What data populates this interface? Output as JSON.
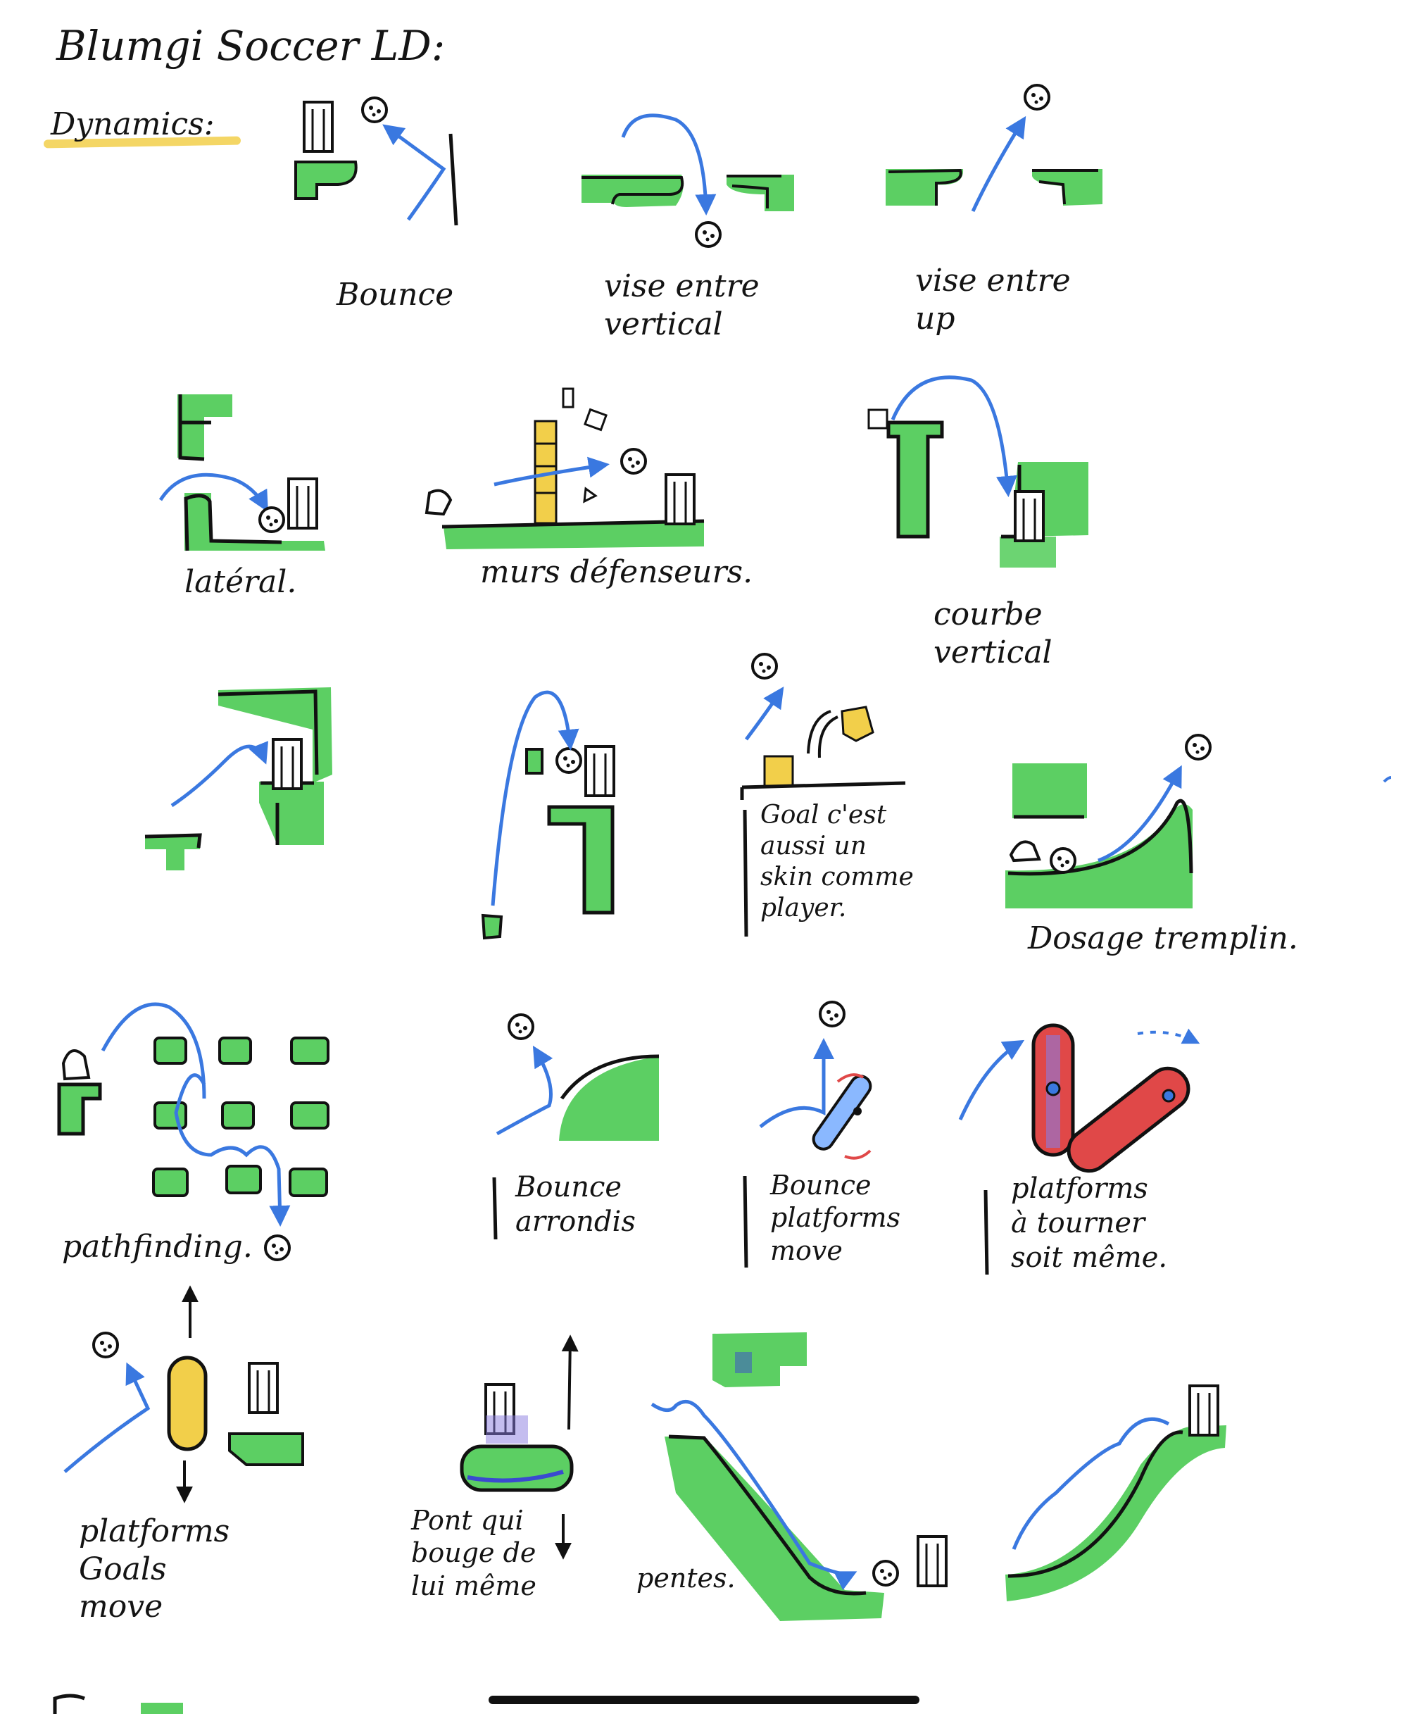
{
  "title": "Blumgi Soccer LD:",
  "section": "Dynamics:",
  "labels": {
    "bounce": "Bounce",
    "vise_vertical": "vise entre\nvertical",
    "vise_up": "vise entre\nup",
    "lateral": "latéral.",
    "murs": "murs défenseurs.",
    "courbe": "courbe\nvertical",
    "goal_skin": "Goal c'est\naussi un\nskin comme\nplayer.",
    "dosage": "Dosage tremplin.",
    "pathfinding": "pathfinding.",
    "bounce_arrondis": "Bounce\narrondis",
    "bounce_platforms": "Bounce\nplatforms\nmove",
    "platforms_tourner": "platforms\nà tourner\nsoit même.",
    "platforms_goals": "platforms\nGoals\nmove",
    "pont": "Pont qui\nbouge de\nlui même",
    "pentes": "pentes."
  },
  "colors": {
    "green": "#5ccf63",
    "ink": "#111111",
    "blue": "#3a78e0",
    "yellow": "#f2cf4a",
    "red": "#e04848",
    "purple": "#8a7be0"
  }
}
